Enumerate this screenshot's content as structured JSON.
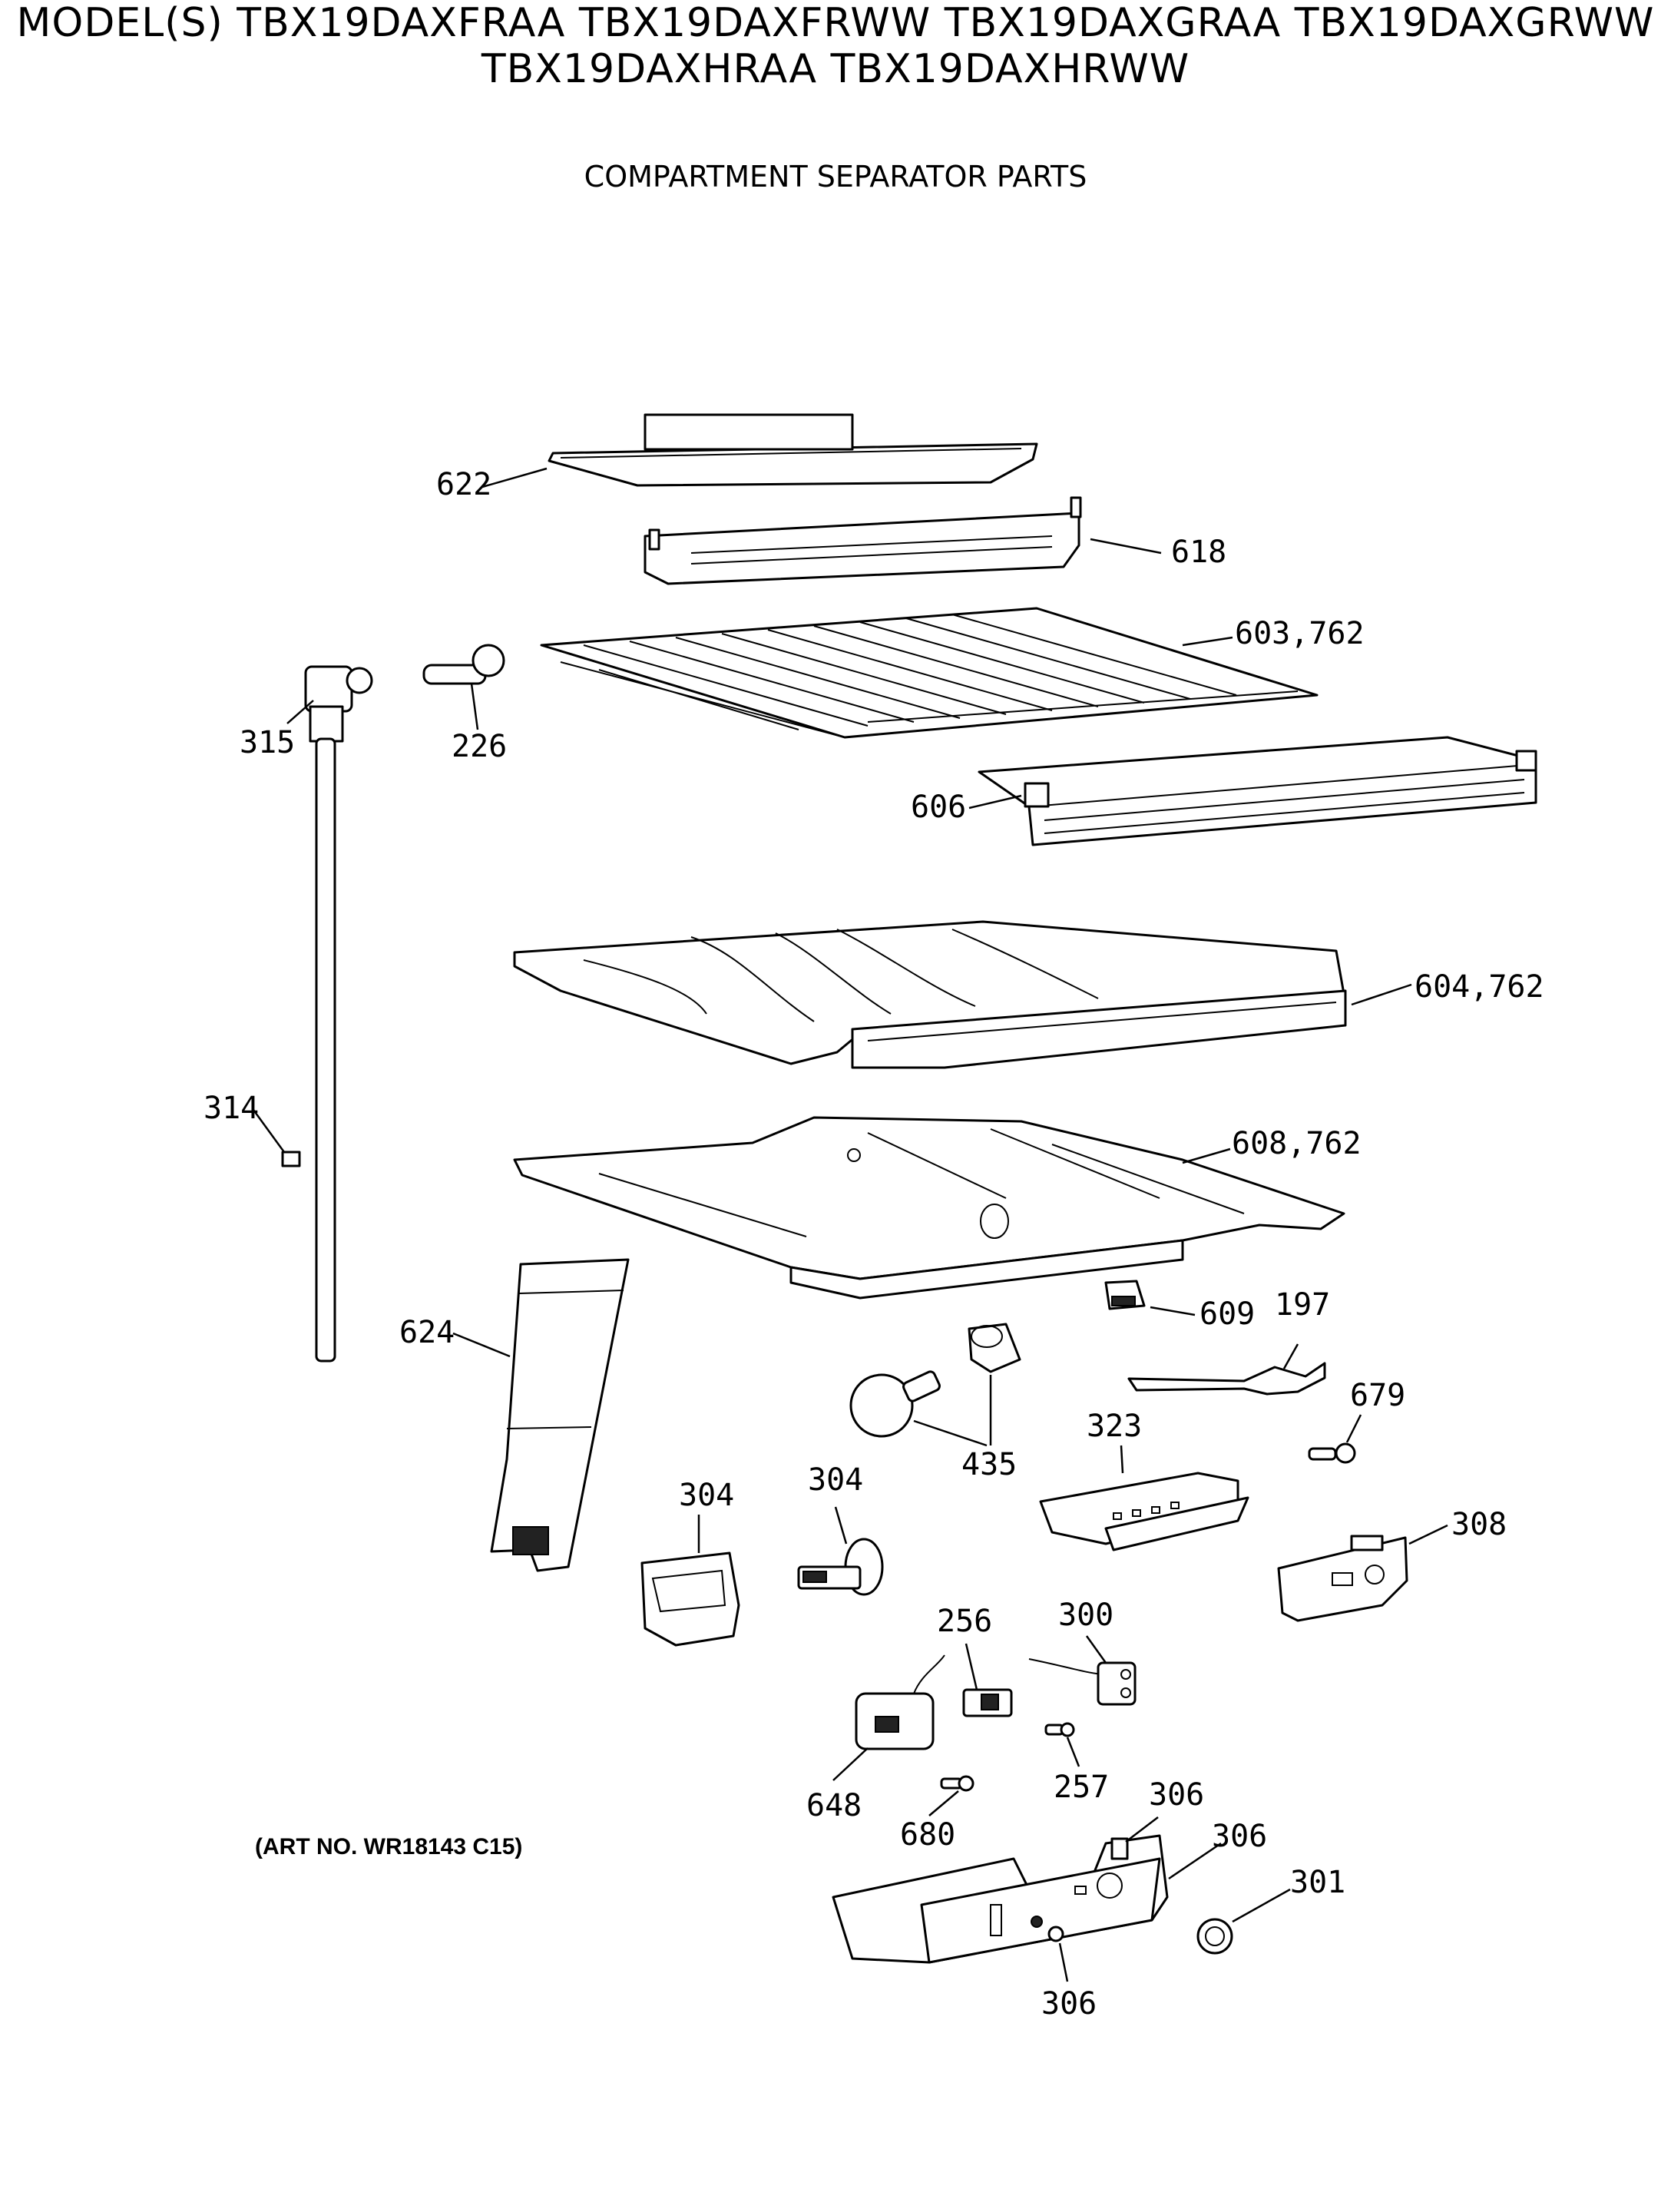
{
  "header": {
    "title_line1": "MODEL(S) TBX19DAXFRAA  TBX19DAXFRWW  TBX19DAXGRAA  TBX19DAXGRWW",
    "title_line2": "TBX19DAXHRAA  TBX19DAXHRWW",
    "subtitle": "COMPARTMENT SEPARATOR PARTS"
  },
  "footer": {
    "art_number": "(ART NO. WR18143 C15)"
  },
  "callouts": [
    {
      "id": "622",
      "label": "622"
    },
    {
      "id": "618",
      "label": "618"
    },
    {
      "id": "603-762",
      "label": "603,762"
    },
    {
      "id": "315",
      "label": "315"
    },
    {
      "id": "226",
      "label": "226"
    },
    {
      "id": "606",
      "label": "606"
    },
    {
      "id": "604-762",
      "label": "604,762"
    },
    {
      "id": "314",
      "label": "314"
    },
    {
      "id": "608-762",
      "label": "608,762"
    },
    {
      "id": "624",
      "label": "624"
    },
    {
      "id": "609",
      "label": "609"
    },
    {
      "id": "197",
      "label": "197"
    },
    {
      "id": "679",
      "label": "679"
    },
    {
      "id": "435",
      "label": "435"
    },
    {
      "id": "323",
      "label": "323"
    },
    {
      "id": "304a",
      "label": "304"
    },
    {
      "id": "304b",
      "label": "304"
    },
    {
      "id": "308",
      "label": "308"
    },
    {
      "id": "256",
      "label": "256"
    },
    {
      "id": "300",
      "label": "300"
    },
    {
      "id": "257",
      "label": "257"
    },
    {
      "id": "648",
      "label": "648"
    },
    {
      "id": "680",
      "label": "680"
    },
    {
      "id": "306a",
      "label": "306"
    },
    {
      "id": "306b",
      "label": "306"
    },
    {
      "id": "301",
      "label": "301"
    },
    {
      "id": "306c",
      "label": "306"
    }
  ]
}
